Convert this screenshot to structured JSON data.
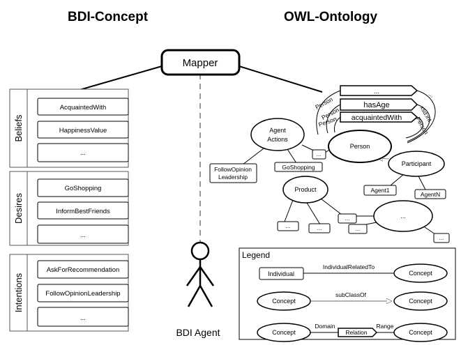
{
  "headings": {
    "left": "BDI-Concept",
    "right": "OWL-Ontology"
  },
  "mapper": "Mapper",
  "agent_label": "BDI Agent",
  "bdi": {
    "beliefs": {
      "label": "Beliefs",
      "items": [
        "AcquaintedWith",
        "HappinessValue",
        "..."
      ]
    },
    "desires": {
      "label": "Desires",
      "items": [
        "GoShopping",
        "InformBestFriends",
        "..."
      ]
    },
    "intentions": {
      "label": "Intentions",
      "items": [
        "AskForRecommendation",
        "FollowOpinionLeadership",
        "..."
      ]
    }
  },
  "ontology": {
    "relations": [
      "...",
      "hasAge",
      "acquaintedWith"
    ],
    "domain_labels": [
      "Person",
      "Person",
      "Person"
    ],
    "range_labels": [
      "...",
      "xsd:int",
      "Person"
    ],
    "concepts": {
      "agent_actions": "Agent Actions",
      "person": "Person",
      "participant": "Participant",
      "product": "Product",
      "more": "..."
    },
    "individuals": {
      "follow_opinion": "FollowOpinion Leadership",
      "go_shopping": "GoShopping",
      "agent1": "Agent1",
      "agentn": "AgentN",
      "dots": "..."
    }
  },
  "legend": {
    "title": "Legend",
    "row1": {
      "left": "Individual",
      "relation": "IndividualRelatedTo",
      "right": "Concept"
    },
    "row2": {
      "left": "Concept",
      "relation": "subClassOf",
      "right": "Concept"
    },
    "row3": {
      "left": "Concept",
      "domain": "Domain",
      "relation": "Relation",
      "range": "Range",
      "right": "Concept"
    }
  }
}
